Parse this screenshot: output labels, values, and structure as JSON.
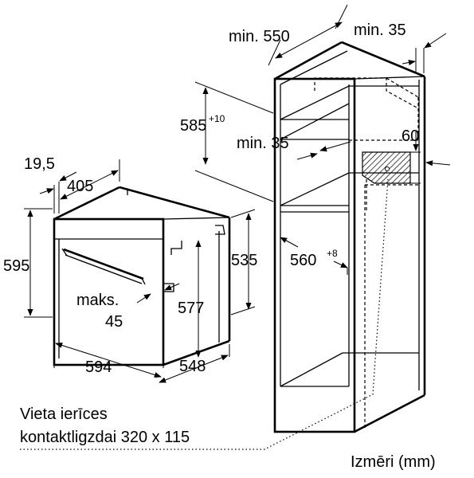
{
  "labels": {
    "cabinet_width": "min. 550",
    "cabinet_gap_right": "min. 35",
    "niche_height": "585",
    "niche_height_tol": "+10",
    "shelf_gap": "min. 35",
    "vent_height": "60",
    "niche_width": "560",
    "niche_width_tol": "+8",
    "front_depth": "19,5",
    "oven_depth_front": "405",
    "oven_height": "595",
    "oven_inner_height": "535",
    "door_max": "maks.",
    "door_max_value": "45",
    "oven_inner_depth": "577",
    "oven_width": "594",
    "oven_body_depth": "548",
    "socket_note_line1": "Vieta ierīces",
    "socket_note_line2": "kontaktligzdai 320 x 115",
    "units_note": "Izmēri (mm)"
  }
}
